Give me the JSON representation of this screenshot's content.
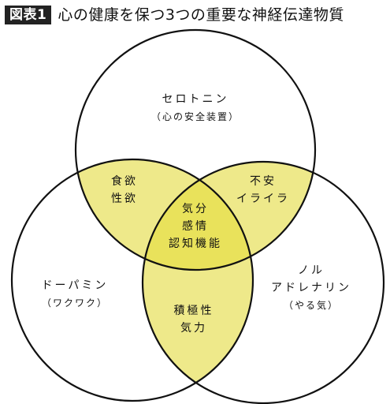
{
  "header": {
    "figure_label": "図表1",
    "title": "心の健康を保つ3つの重要な神経伝達物質"
  },
  "colors": {
    "overlap_fill": "#eee98a",
    "center_fill": "#e9e25b",
    "outline": "#111111"
  },
  "diagram": {
    "circles": {
      "serotonin": {
        "name": "セロトニン",
        "effect": "（心の安全装置）"
      },
      "dopamine": {
        "name": "ドーパミン",
        "effect": "（ワクワク）"
      },
      "noradrenaline": {
        "name_line1": "ノル",
        "name_line2": "アドレナリン",
        "effect": "（やる気）"
      }
    },
    "overlaps": {
      "serotonin_dopamine": {
        "line1": "食欲",
        "line2": "性欲"
      },
      "serotonin_noradrenaline": {
        "line1": "不安",
        "line2": "イライラ"
      },
      "dopamine_noradrenaline": {
        "line1": "積極性",
        "line2": "気力"
      },
      "all_three": {
        "line1": "気分",
        "line2": "感情",
        "line3": "認知機能"
      }
    }
  }
}
